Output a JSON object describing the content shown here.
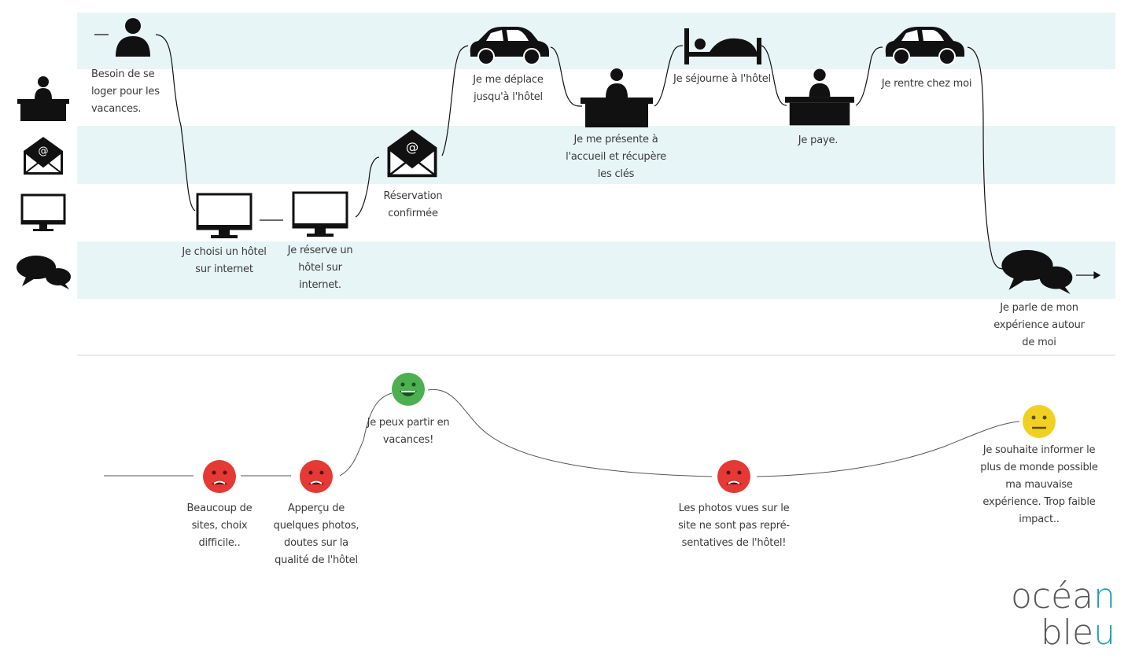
{
  "channels": [
    "desk-icon",
    "email-icon",
    "monitor-icon",
    "chat-icon"
  ],
  "steps": {
    "need": "Besoin de se loger pour les vacances.",
    "choose": "Je choisi un hôtel sur internet",
    "book": "Je réserve un hôtel sur internet.",
    "confirmed": "Réservation confirmée",
    "travel": "Je me déplace jusqu'à l'hôtel",
    "checkin": "Je me présente à l'accueil et récupère les clés",
    "stay": "Je séjourne à l'hôtel",
    "pay": "Je paye.",
    "return": "Je rentre chez moi",
    "talk": "Je parle de mon expérience autour de moi"
  },
  "emotions": [
    {
      "mood": "sad",
      "color": "#e53935",
      "text": "Beaucoup de sites, choix difficile.."
    },
    {
      "mood": "sad",
      "color": "#e53935",
      "text": "Apperçu de quelques photos, doutes sur la qualité de l'hôtel"
    },
    {
      "mood": "happy",
      "color": "#4caf50",
      "text": "Je peux partir en vacances!"
    },
    {
      "mood": "sad",
      "color": "#e53935",
      "text": "Les photos vues sur le site ne sont pas repré-sentatives de l'hôtel!"
    },
    {
      "mood": "neutral",
      "color": "#f2d022",
      "text": "Je souhaite informer le plus de monde possible ma mauvaise expérience. Trop faible impact.."
    }
  ],
  "logo": {
    "line1": "océa",
    "line1_accent": "n",
    "line2": "ble",
    "line2_accent": "u"
  }
}
